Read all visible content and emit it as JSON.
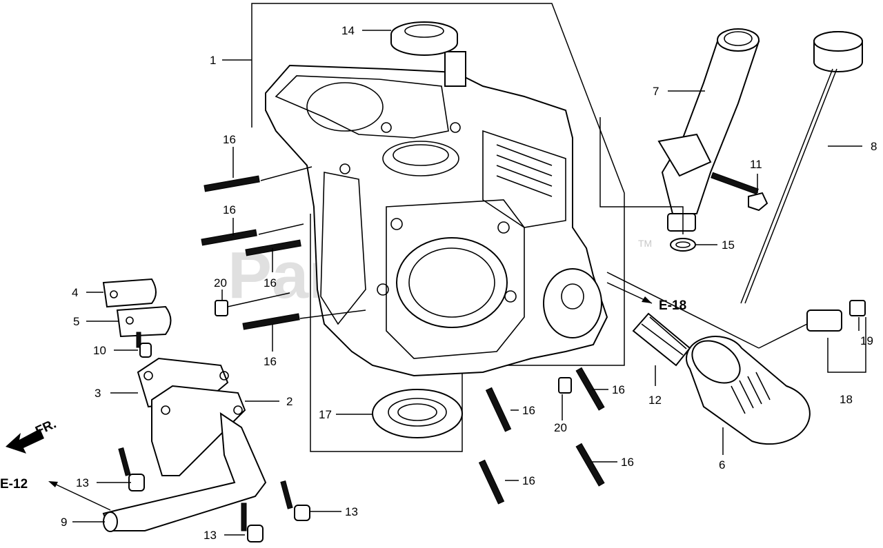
{
  "watermark": {
    "text": "PartsTree",
    "trademark": "TM"
  },
  "labels": {
    "l1": "1",
    "l2": "2",
    "l3": "3",
    "l4": "4",
    "l5": "5",
    "l6": "6",
    "l7": "7",
    "l8": "8",
    "l9": "9",
    "l10": "10",
    "l11": "11",
    "l12": "12",
    "l13a": "13",
    "l13b": "13",
    "l13c": "13",
    "l14": "14",
    "l15": "15",
    "l16a": "16",
    "l16b": "16",
    "l16c": "16",
    "l16d": "16",
    "l16e": "16",
    "l16f": "16",
    "l16g": "16",
    "l16h": "16",
    "l17": "17",
    "l18": "18",
    "l19": "19",
    "l20a": "20",
    "l20b": "20"
  },
  "refs": {
    "e18": "E-18",
    "e12": "E-12",
    "front": "FR."
  }
}
